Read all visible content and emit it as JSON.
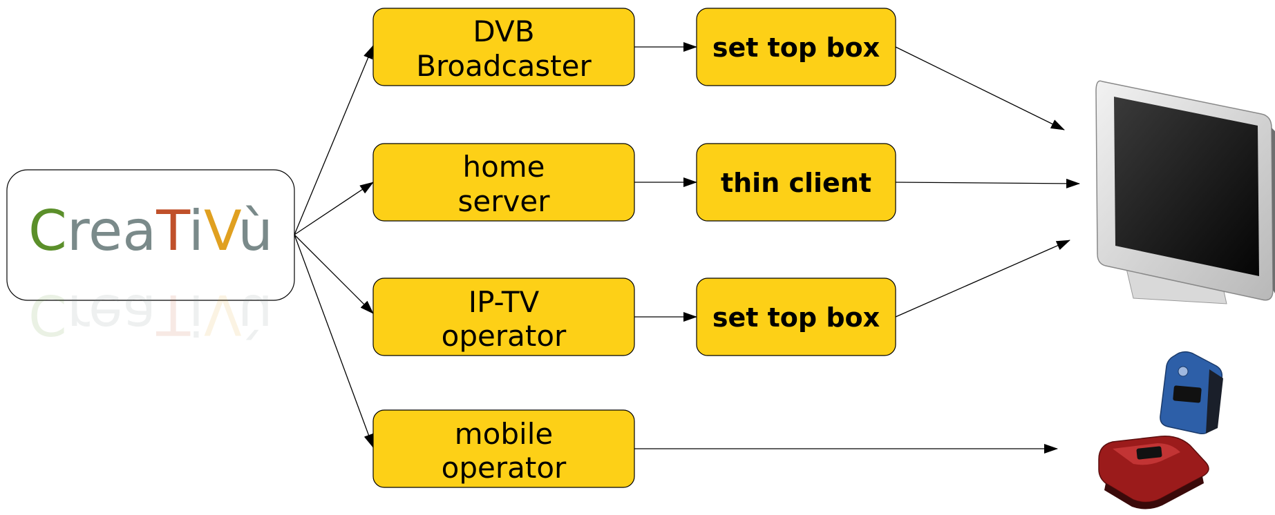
{
  "logo": {
    "letters": [
      {
        "ch": "C",
        "color": "#5b8f2a"
      },
      {
        "ch": "r",
        "color": "#7a8a8a"
      },
      {
        "ch": "e",
        "color": "#7a8a8a"
      },
      {
        "ch": "a",
        "color": "#7a8a8a"
      },
      {
        "ch": "T",
        "color": "#c0502a"
      },
      {
        "ch": "i",
        "color": "#7a8a8a"
      },
      {
        "ch": "V",
        "color": "#e0a020"
      },
      {
        "ch": "ù",
        "color": "#7a8a8a"
      }
    ]
  },
  "providers": {
    "dvb": [
      "DVB",
      "Broadcaster"
    ],
    "home": [
      "home",
      "server"
    ],
    "iptv": [
      "IP-TV",
      "operator"
    ],
    "mobile": [
      "mobile",
      "operator"
    ]
  },
  "devices": {
    "stb1": "set top box",
    "thin": "thin client",
    "stb2": "set top box"
  },
  "colors": {
    "box_fill": "#FDD017",
    "tv_screen": "#1a1a1a",
    "phone_blue": "#2d5fa8",
    "phone_red": "#9b1b1b"
  },
  "icons": {
    "tv": "television-icon",
    "phones": "mobile-phones-icon"
  }
}
